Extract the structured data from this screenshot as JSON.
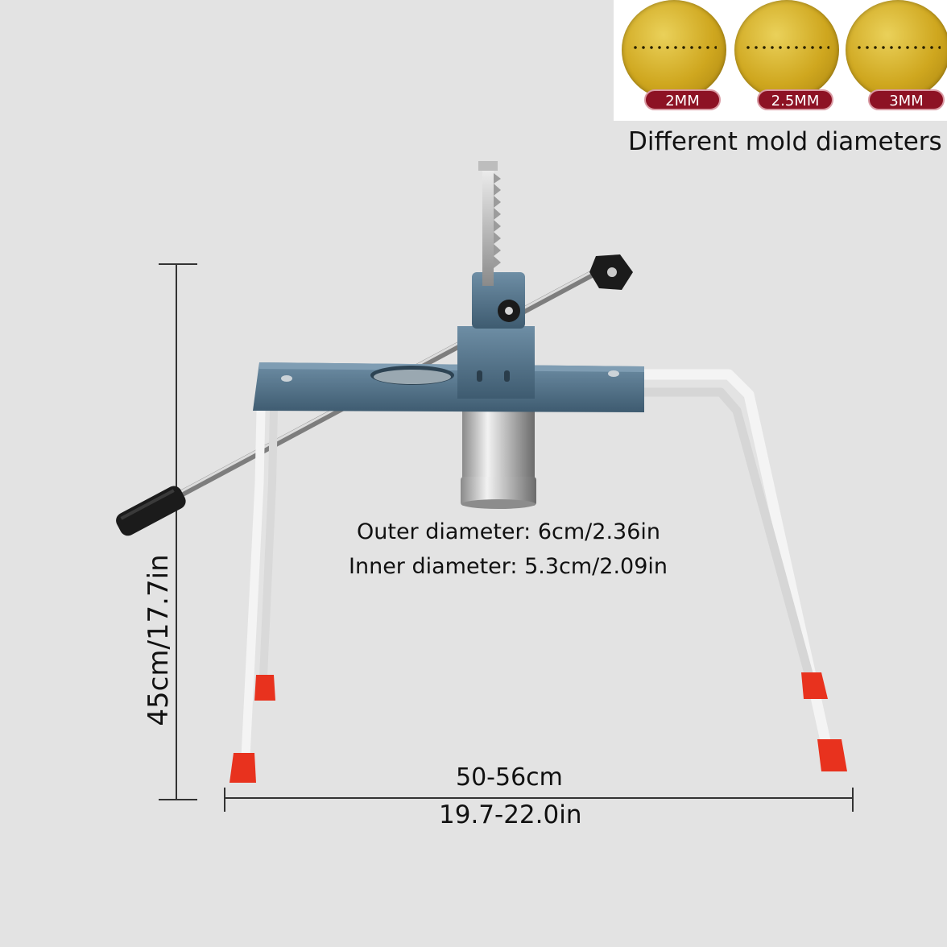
{
  "molds": [
    {
      "label": "2MM"
    },
    {
      "label": "2.5MM"
    },
    {
      "label": "3MM"
    }
  ],
  "mold_caption": "Different mold diameters",
  "outer_diameter": "Outer diameter: 6cm/2.36in",
  "inner_diameter": "Inner diameter: 5.3cm/2.09in",
  "height_dimension": "45cm/17.7in",
  "width_dimension_cm": "50-56cm",
  "width_dimension_in": "19.7-22.0in",
  "colors": {
    "background": "#e3e3e3",
    "frame_blue": "#4f6f86",
    "mold_gold": "#cfa71f",
    "label_red": "#8d1224",
    "foot_red": "#e8321e"
  }
}
